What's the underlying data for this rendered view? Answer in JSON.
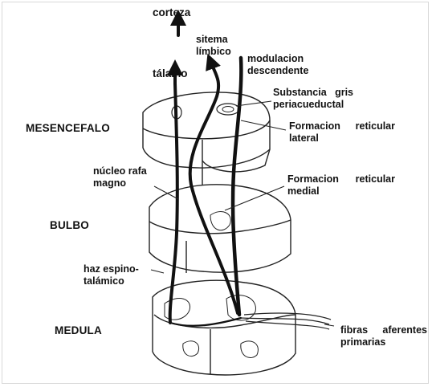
{
  "labels": {
    "corteza": "corteza",
    "talamo": "tálamo",
    "sistema_limbico": [
      "sitema",
      "límbico"
    ],
    "modulacion_descendente": [
      "modulacion",
      "descendente"
    ],
    "substancia_gris": [
      "Substancia gris",
      "periacueductal"
    ],
    "formacion_reticular_lateral": [
      "Formacion reticular",
      "lateral"
    ],
    "formacion_reticular_medial": [
      "Formacion reticular",
      "medial"
    ],
    "nucleo_rafa_magno": [
      "núcleo rafa",
      "magno"
    ],
    "haz_espinotalamico": [
      "haz espino-",
      "talámico"
    ],
    "fibras_aferentes": [
      "fibras aferentes",
      "primarias"
    ]
  },
  "regions": {
    "mesencefalo": "MESENCEFALO",
    "bulbo": "BULBO",
    "medula": "MEDULA"
  },
  "colors": {
    "ink": "#111111",
    "background": "#ffffff"
  }
}
